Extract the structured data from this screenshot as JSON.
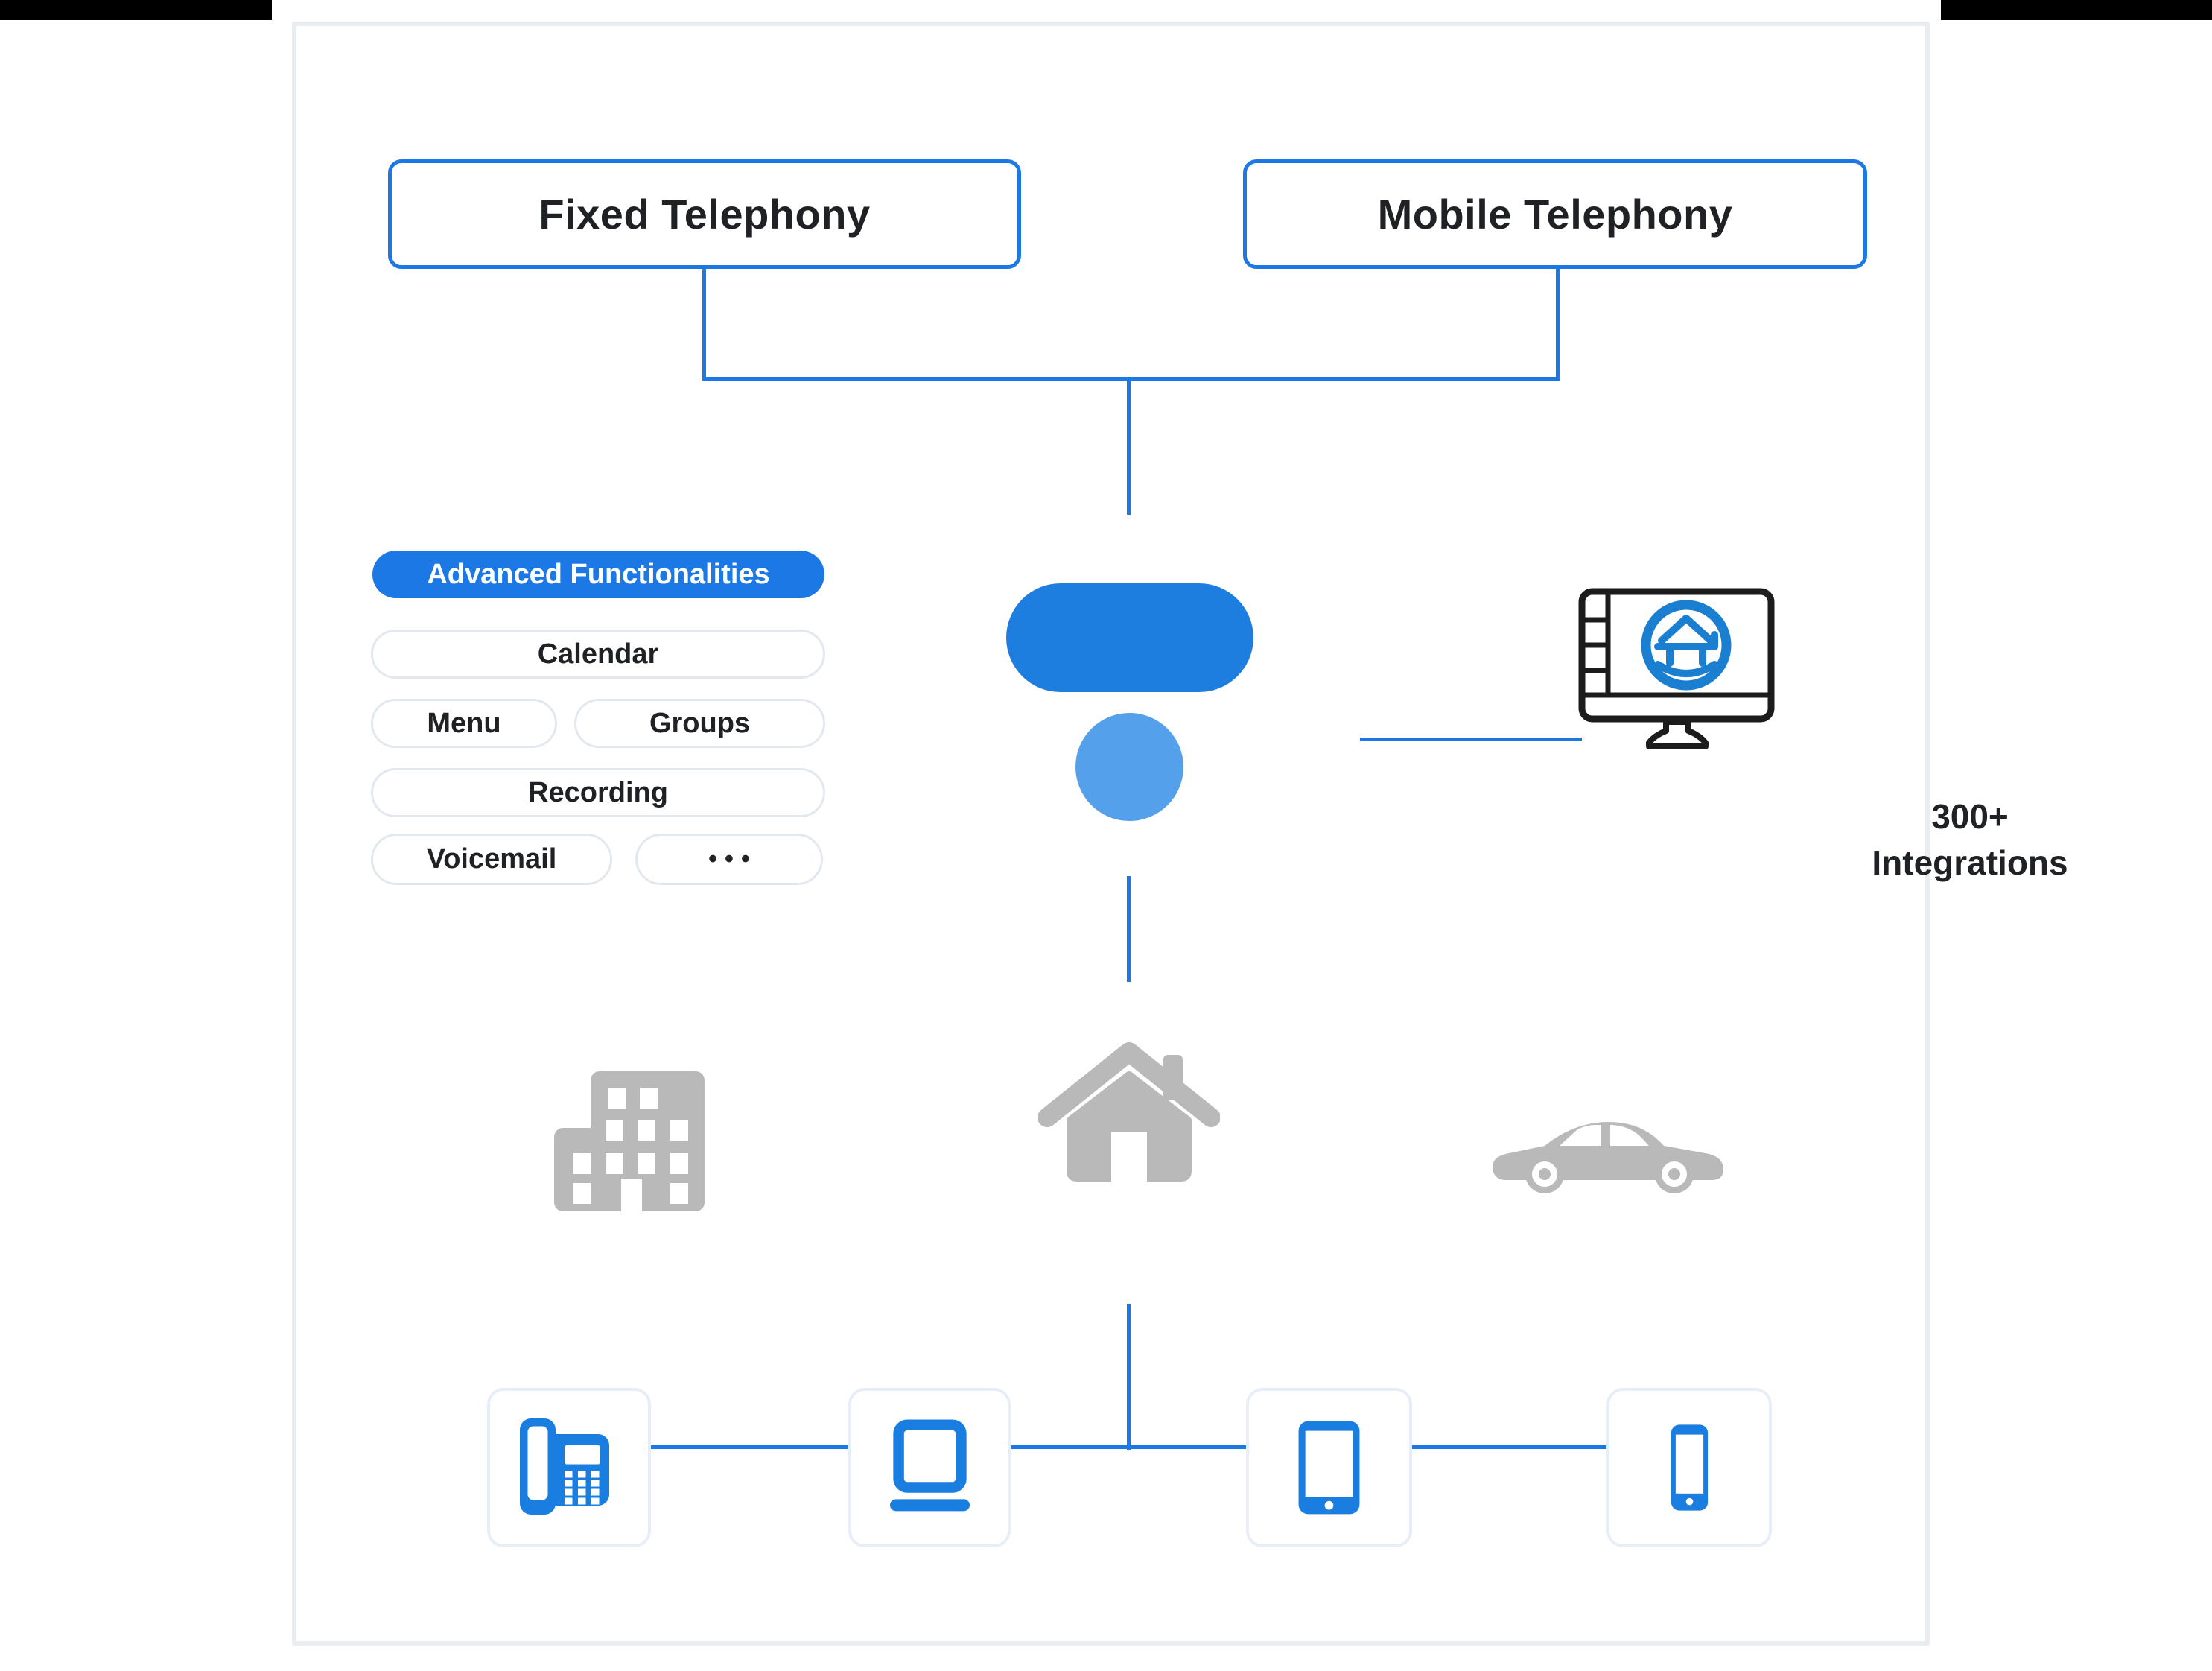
{
  "colors": {
    "accent_blue": "#1b78e4",
    "logo_pill": "#1e7ee0",
    "logo_circle": "#55a0ea",
    "device_blue": "#1a7de0",
    "gray_icon": "#b9b9b9",
    "pill_border": "#e3e8ef",
    "card_border": "#e9edf2",
    "device_box_border": "#e8eef7",
    "text_dark": "#1f2124",
    "monitor_stroke": "#1c1c1c",
    "house_logo_blue": "#1a7fd0"
  },
  "sources": {
    "fixed_label": "Fixed Telephony",
    "mobile_label": "Mobile Telephony"
  },
  "advanced": {
    "header_label": "Advanced Functionalities",
    "pills": {
      "calendar": "Calendar",
      "menu": "Menu",
      "groups": "Groups",
      "recording": "Recording",
      "voicemail": "Voicemail",
      "more": "•••"
    }
  },
  "integrations": {
    "count_line": "300+",
    "label_line": "Integrations"
  },
  "icons": {
    "center_logo": "brand-logo (blue pill over blue circle)",
    "integrations_monitor": "desktop-monitor with house-in-circle logo",
    "environments": [
      "office-building-icon",
      "house-icon",
      "car-icon"
    ],
    "devices": [
      "desk-phone-icon",
      "laptop-icon",
      "tablet-icon",
      "smartphone-icon"
    ]
  }
}
